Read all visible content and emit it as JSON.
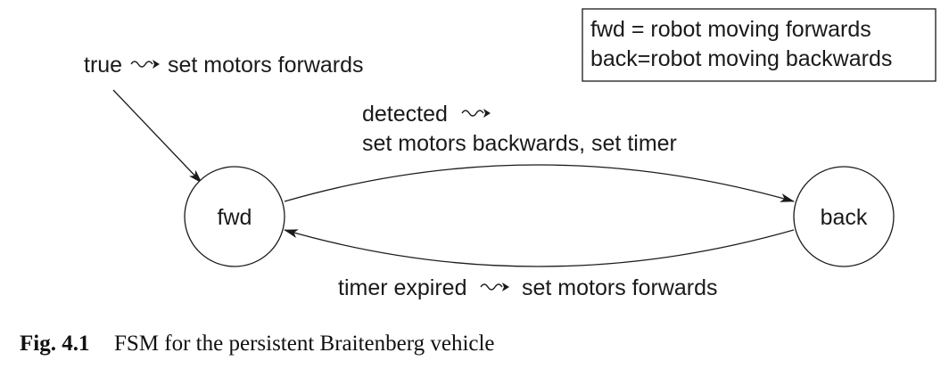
{
  "legend": {
    "line1": "fwd = robot moving forwards",
    "line2": "back=robot moving backwards"
  },
  "initial": {
    "condition": "true",
    "action": "set motors forwards"
  },
  "states": {
    "fwd": "fwd",
    "back": "back"
  },
  "transition_forward": {
    "condition": "detected",
    "action": "set motors backwards, set timer"
  },
  "transition_back": {
    "condition": "timer expired",
    "action": "set motors forwards"
  },
  "caption": {
    "number": "Fig. 4.1",
    "text": "FSM for the persistent Braitenberg vehicle"
  }
}
